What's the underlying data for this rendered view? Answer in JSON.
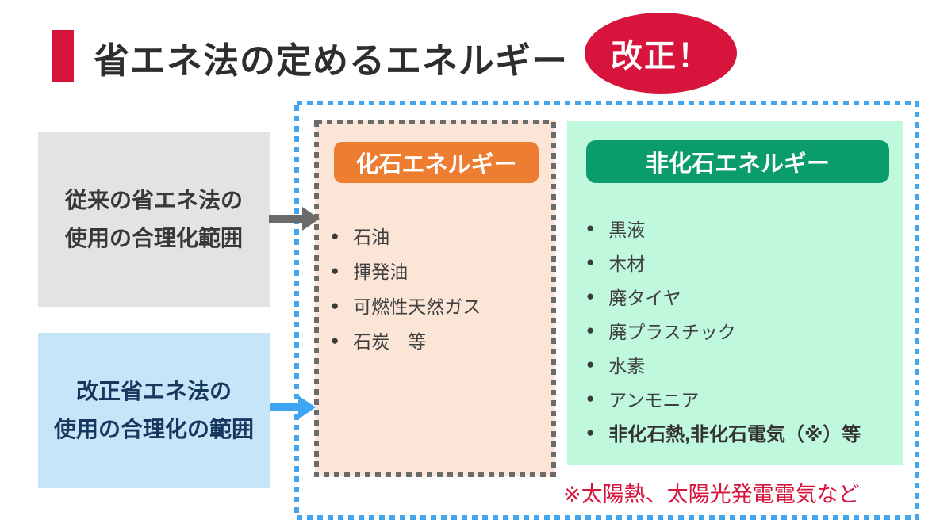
{
  "page": {
    "title": "省エネ法の定めるエネルギー",
    "badge": "改正！"
  },
  "scope_labels": {
    "previous": {
      "line1": "従来の省エネ法の",
      "line2": "使用の合理化範囲"
    },
    "revised": {
      "line1": "改正省エネ法の",
      "line2": "使用の合理化の範囲"
    }
  },
  "fossil": {
    "title": "化石エネルギー",
    "items": [
      "石油",
      "揮発油",
      "可燃性天然ガス",
      "石炭　等"
    ]
  },
  "non_fossil": {
    "title": "非化石エネルギー",
    "items": [
      "黒液",
      "木材",
      "廃タイヤ",
      "廃プラスチック",
      "水素",
      "アンモニア",
      "非化石熱,非化石電気（※）等"
    ]
  },
  "footnote": {
    "text": "※太陽熱、太陽光発電電気など"
  },
  "glyphs": {
    "bullet": "●"
  },
  "colors": {
    "accent_red": "#D7143C",
    "outer_dotted_border_blue": "#42A5F0",
    "blue_arrow": "#3FA5F5",
    "gray_arrow": "#6A6A6A",
    "dashed_border_gray": "#6B6B6B",
    "fossil_header_orange": "#ED7D31",
    "fossil_panel_bg": "#FBE5D6",
    "non_fossil_header_green": "#0A9C6B",
    "non_fossil_panel_bg": "#C0F8DE",
    "previous_scope_bg": "#E3E3E3",
    "revised_scope_bg": "#C7E5F8",
    "revised_scope_text": "#16375E"
  }
}
